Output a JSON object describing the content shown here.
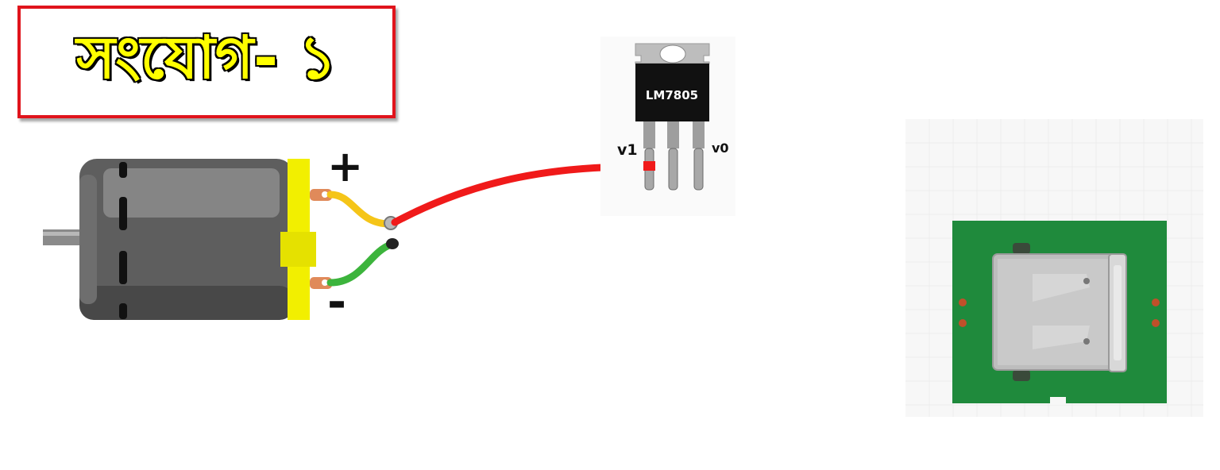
{
  "title": "সংযোগ- ১",
  "motor": {
    "plus_label": "+",
    "minus_label": "-"
  },
  "regulator": {
    "part_label": "LM7805",
    "pin_in_label": "v1",
    "pin_out_label": "v0"
  },
  "colors": {
    "title_border": "#e0141c",
    "title_fill": "#ffff00",
    "motor_body": "#5e5e5e",
    "motor_endcap": "#f2ef00",
    "wire_positive_motor": "#f5c518",
    "wire_negative_motor": "#3cb43c",
    "wire_red": "#f01a1a",
    "regulator_body": "#111111",
    "usb_board": "#1f8a3c"
  }
}
